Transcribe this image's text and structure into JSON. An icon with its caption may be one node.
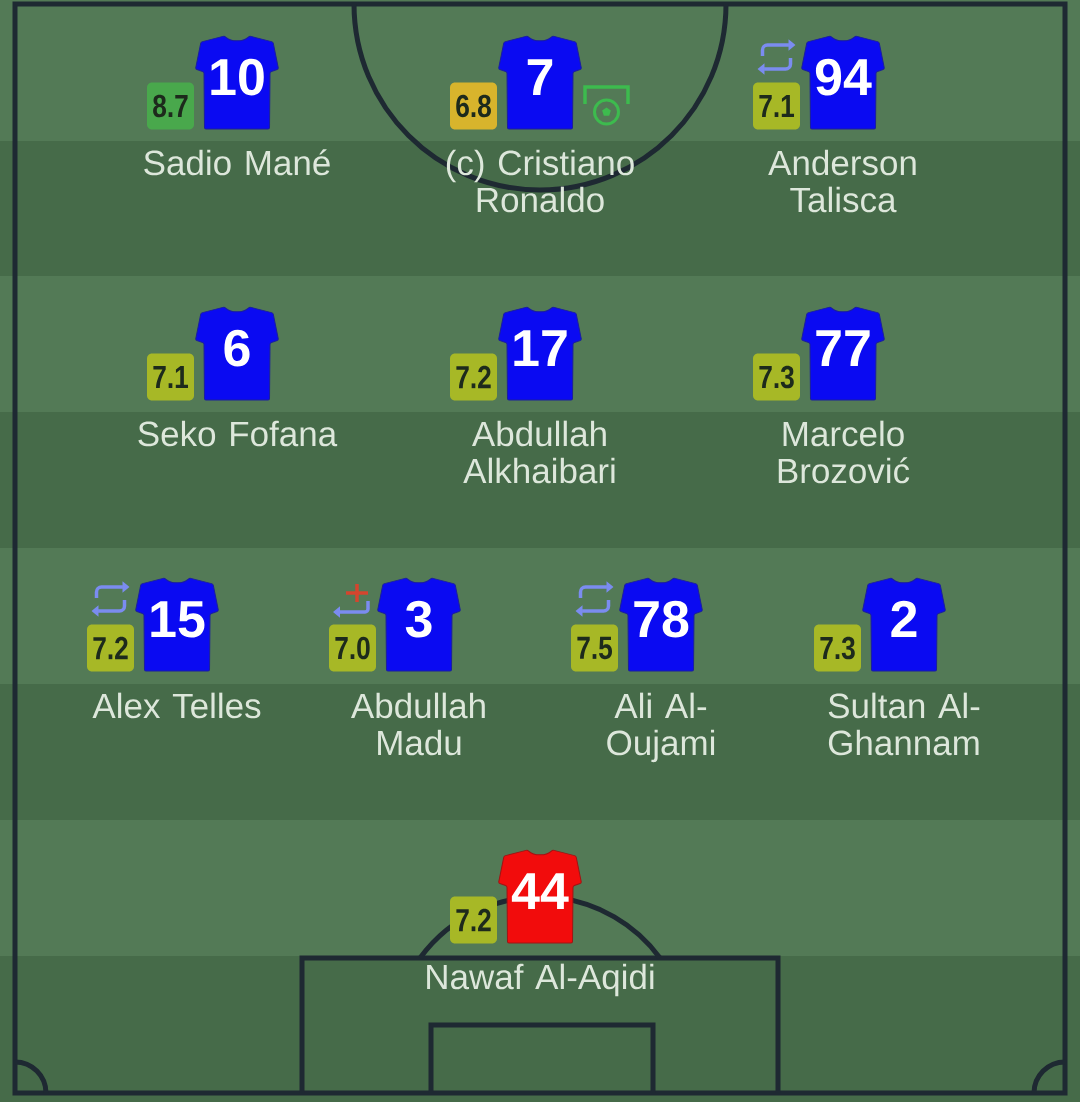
{
  "diagram": {
    "nodes": [
      {
        "text": [
          "8.7"
        ]
      },
      {
        "text": [
          "10"
        ],
        "beside": [
          "Sadio Mané"
        ]
      },
      {
        "text": [
          "6.8"
        ]
      },
      {
        "text": [
          "7"
        ],
        "beside": [
          "(c) Cristiano Ronaldo"
        ]
      },
      {
        "text": [
          "7.1"
        ]
      },
      {
        "text": [
          "94"
        ],
        "beside": [
          "Anderson Talisca"
        ]
      },
      {
        "text": [
          "7.1"
        ]
      },
      {
        "text": [
          "6"
        ],
        "beside": [
          "Seko Fofana"
        ]
      },
      {
        "text": [
          "7.2"
        ]
      },
      {
        "text": [
          "17"
        ],
        "beside": [
          "Abdullah Alkhaibari"
        ]
      },
      {
        "text": [
          "7.3"
        ]
      },
      {
        "text": [
          "77"
        ],
        "beside": [
          "Marcelo Brozović"
        ]
      },
      {
        "text": [
          "7.2"
        ]
      },
      {
        "text": [
          "15"
        ],
        "beside": [
          "Alex Telles"
        ]
      },
      {
        "text": [
          "7.0"
        ]
      },
      {
        "text": [
          "3"
        ],
        "beside": [
          "Abdullah Madu"
        ]
      },
      {
        "text": [
          "7.5"
        ]
      },
      {
        "text": [
          "78"
        ],
        "beside": [
          "Ali Al-Oujami"
        ]
      },
      {
        "text": [
          "7.3"
        ]
      },
      {
        "text": [
          "2"
        ],
        "beside": [
          "Sultan Al-Ghannam"
        ]
      },
      {
        "text": [
          "7.2"
        ]
      },
      {
        "text": [
          "44"
        ],
        "beside": [
          "Nawaf Al-Aqidi"
        ]
      }
    ]
  }
}
